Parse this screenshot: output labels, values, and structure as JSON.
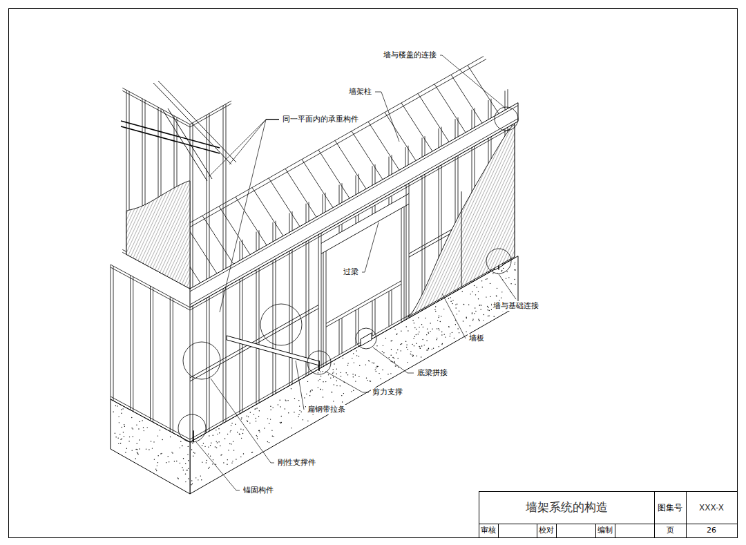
{
  "diagram": {
    "title": "墙架系统的构造",
    "labels": [
      "墙与楼盖的连接",
      "墙架柱",
      "同一平面内的承重构件",
      "过梁",
      "墙与基础连接",
      "墙板",
      "底梁拼接",
      "剪力支撑",
      "扁钢带拉条",
      "刚性支撑件",
      "锚固构件",
      "图集号",
      "XXX-X",
      "审核",
      "校对",
      "编制",
      "页",
      "26"
    ]
  }
}
